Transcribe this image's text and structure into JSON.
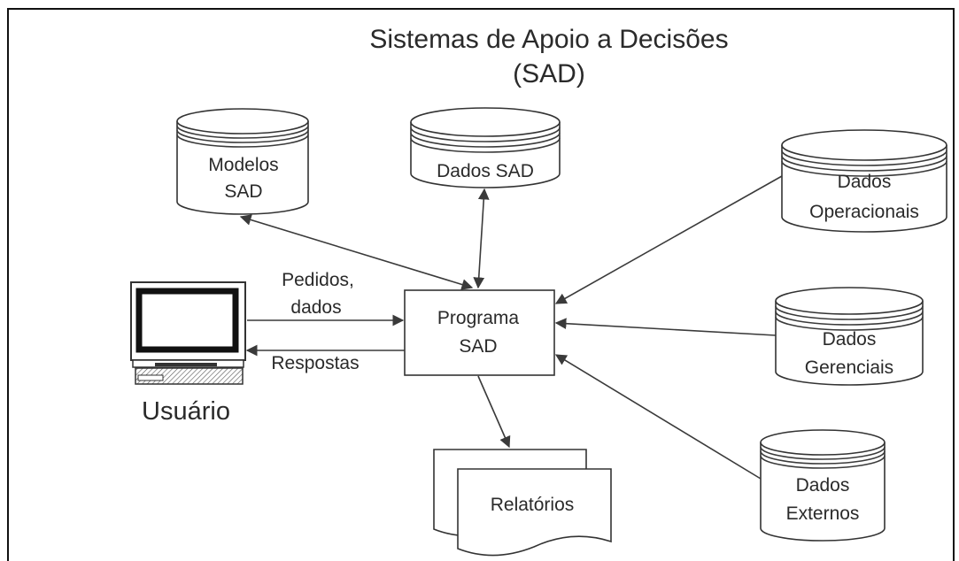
{
  "title": {
    "line1": "Sistemas de Apoio a Decisões",
    "line2": "(SAD)"
  },
  "stores": {
    "modelos": {
      "line1": "Modelos",
      "line2": "SAD"
    },
    "dados_sad": {
      "line1": "Dados SAD"
    },
    "operacionais": {
      "line1": "Dados",
      "line2": "Operacionais"
    },
    "gerenciais": {
      "line1": "Dados",
      "line2": "Gerenciais"
    },
    "externos": {
      "line1": "Dados",
      "line2": "Externos"
    }
  },
  "program": {
    "line1": "Programa",
    "line2": "SAD"
  },
  "flows": {
    "requests_line1": "Pedidos,",
    "requests_line2": "dados",
    "responses": "Respostas"
  },
  "user": {
    "label": "Usuário"
  },
  "reports": {
    "label": "Relatórios"
  }
}
